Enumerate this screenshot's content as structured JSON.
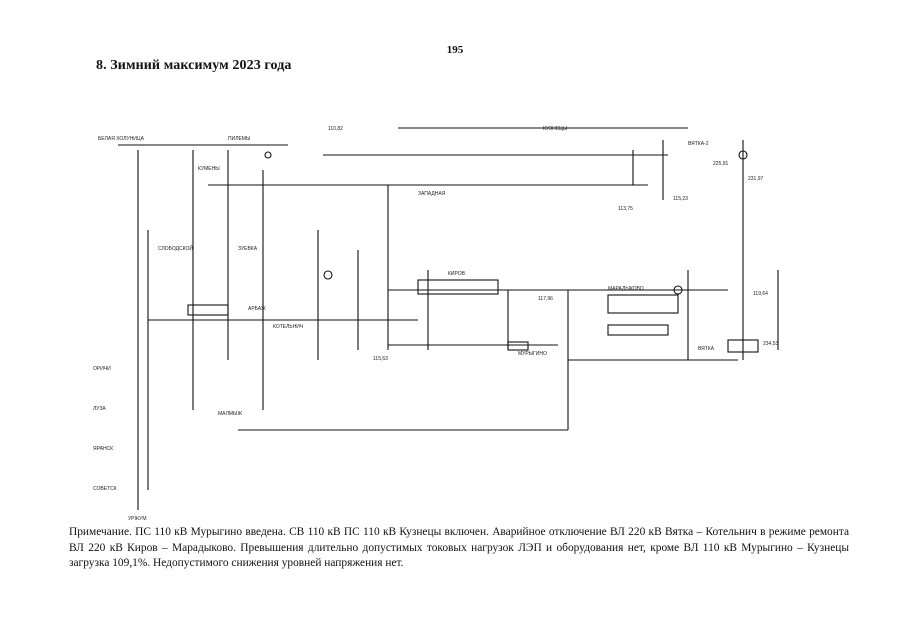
{
  "page": {
    "number": "195",
    "title": "8. Зимний максимум 2023 года"
  },
  "diagram": {
    "labels": [
      "ПИЛЕМЫ",
      "110,82",
      "КОТЕЛЬНИЧ",
      "ВЯТКА",
      "КИРОВ",
      "МАРАДЫКОВО",
      "МУРЫГИНО",
      "КУЗНЕЦЫ",
      "ВЯТКА-2",
      "ЗАПАДНАЯ",
      "БЕЛАЯ ХОЛУНИЦА",
      "ОРИЧИ",
      "ЛУЗА",
      "ЯРАНСК",
      "СОВЕТСК",
      "УРЖУМ",
      "МАЛМЫЖ",
      "КУМЕНЫ",
      "ЗУЕВКА",
      "СЛОБОДСКОЙ",
      "АРБАЖ",
      "225,91",
      "231,97",
      "234,53",
      "115,63",
      "117,96",
      "119,64",
      "113,75",
      "115,23"
    ]
  },
  "note": {
    "text": "Примечание. ПС 110 кВ Мурыгино введена. СВ 110 кВ ПС 110 кВ Кузнецы включен. Аварийное отключение ВЛ 220 кВ Вятка – Котельнич в режиме ремонта ВЛ 220 кВ Киров – Марадыково. Превышения длительно допустимых токовых нагрузок ЛЭП и оборудования нет, кроме ВЛ 110 кВ Мурыгино – Кузнецы загрузка 109,1%. Недопустимого снижения уровней напряжения нет."
  }
}
